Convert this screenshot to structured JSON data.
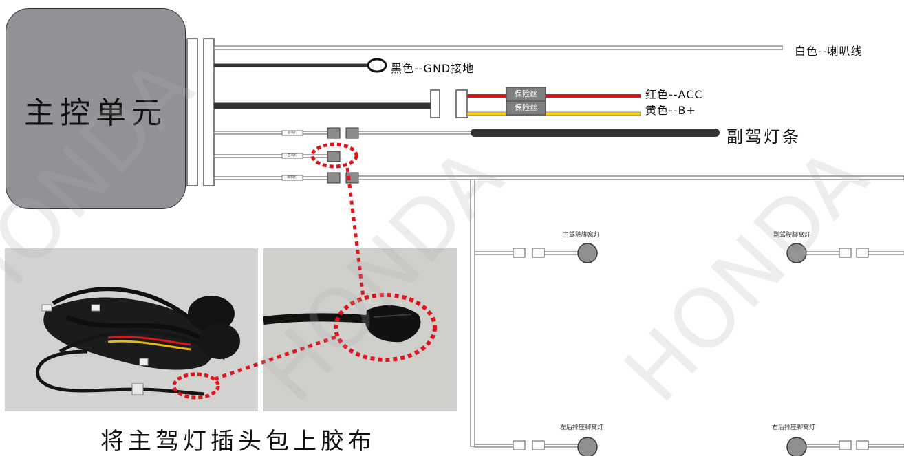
{
  "main_unit": {
    "label": "主控单元"
  },
  "wires": {
    "white": "白色--喇叭线",
    "black": "黑色--GND接地",
    "red": "红色--ACC",
    "yellow": "黄色--B+",
    "fuse": "保险丝"
  },
  "harness_tags": {
    "passenger": "副驾灯",
    "driver": "主驾灯",
    "footwell": "脚窝灯"
  },
  "strip_label": "副驾灯条",
  "footwell_lights": {
    "driver": "主驾驶脚窝灯",
    "passenger": "副驾驶脚窝灯",
    "rear_left": "左后排座脚窝灯",
    "rear_right": "右后排座脚窝灯"
  },
  "caption": "将主驾灯插头包上胶布",
  "watermark": "HONDA",
  "colors": {
    "unit_fill": "#929196",
    "red_wire": "#d8161c",
    "yellow_wire": "#f2cf16",
    "fuse_fill": "#7f7f7f",
    "callout": "#e0141c"
  }
}
